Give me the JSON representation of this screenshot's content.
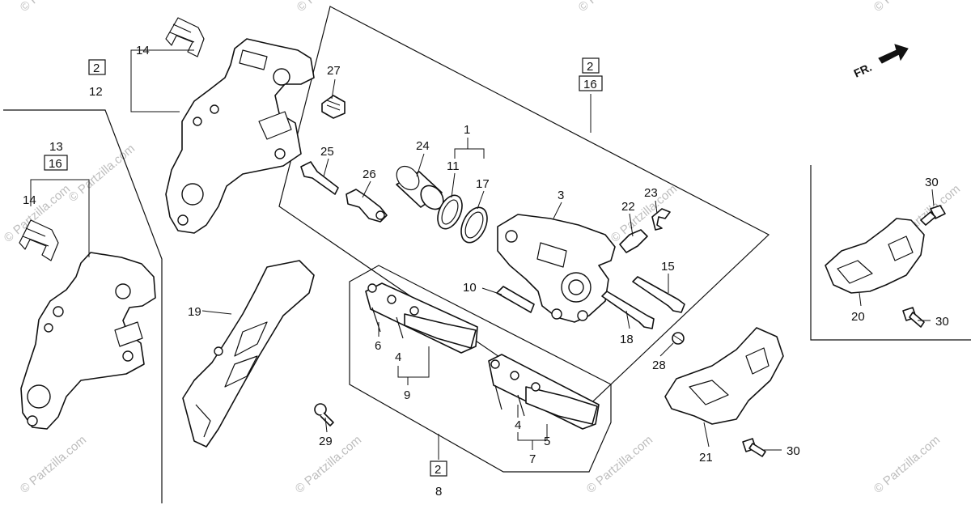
{
  "diagram": {
    "direction_label": "FR.",
    "watermark": "© Partzilla.com",
    "callouts": {
      "c1": "1",
      "c2": "2",
      "c3": "3",
      "c4a": "4",
      "c4b": "4",
      "c5": "5",
      "c6": "6",
      "c7": "7",
      "c8": "8",
      "c9": "9",
      "c10": "10",
      "c11": "11",
      "c12": "12",
      "c13": "13",
      "c14a": "14",
      "c14b": "14",
      "c15": "15",
      "c16a": "16",
      "c16b": "16",
      "c17": "17",
      "c18": "18",
      "c19": "19",
      "c20": "20",
      "c21": "21",
      "c22": "22",
      "c23": "23",
      "c24": "24",
      "c25": "25",
      "c26": "26",
      "c27": "27",
      "c28": "28",
      "c29": "29",
      "c30a": "30",
      "c30b": "30",
      "c30c": "30",
      "box2a": "2",
      "box2b": "2",
      "box2c": "2",
      "box16a": "16",
      "box16b": "16"
    }
  }
}
